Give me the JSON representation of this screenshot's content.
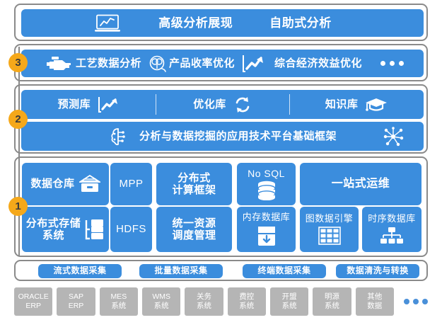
{
  "colors": {
    "blue": "#3b8ddd",
    "grey": "#b5b5b5",
    "badge": "#f5a81a",
    "border": "#8a8a8a",
    "white": "#ffffff"
  },
  "top_layer": {
    "items": [
      {
        "label": "高级分析展现",
        "icon": "laptop-chart-icon"
      },
      {
        "label": "自助式分析",
        "icon": ""
      }
    ]
  },
  "layer3": {
    "badge": "3",
    "items": [
      {
        "label": "工艺数据分析",
        "icon": "engine-icon"
      },
      {
        "label": "产品收率优化",
        "icon": "target-icon"
      },
      {
        "label": "综合经济效益优化",
        "icon": "trend-arrow-icon"
      }
    ],
    "more": "•••"
  },
  "layer2": {
    "badge": "2",
    "libraries": [
      {
        "label": "预测库",
        "icon": "line-chart-icon"
      },
      {
        "label": "优化库",
        "icon": "refresh-cycle-icon"
      },
      {
        "label": "知识库",
        "icon": "graduation-cap-icon"
      }
    ],
    "platform": {
      "label": "分析与数据挖掘的应用技术平台基础框架",
      "left_icon": "brain-circuit-icon",
      "right_icon": "network-nodes-icon"
    }
  },
  "layer1": {
    "badge": "1",
    "blocks": [
      {
        "label": "数据仓库",
        "icon": "warehouse-drawer-icon"
      },
      {
        "label": "MPP",
        "icon": ""
      },
      {
        "label": "分布式\n计算框架",
        "icon": ""
      },
      {
        "label": "No SQL",
        "icon": "database-cylinder-icon"
      },
      {
        "label": "一站式运维",
        "icon": ""
      },
      {
        "label": "分布式存储\n系统",
        "icon": "storage-tree-icon"
      },
      {
        "label": "HDFS",
        "icon": ""
      },
      {
        "label": "统一资源\n调度管理",
        "icon": ""
      },
      {
        "label": "内存数据库",
        "icon": "memory-download-icon"
      },
      {
        "label": "图数据引擎",
        "icon": "grid-table-icon"
      },
      {
        "label": "时序数据库",
        "icon": "hierarchy-icon"
      }
    ],
    "labels": {
      "data_warehouse": "数据仓库",
      "mpp": "MPP",
      "distributed_compute": "分布式\n计算框架",
      "nosql": "No SQL",
      "ops": "一站式运维",
      "distributed_storage": "分布式存储\n系统",
      "hdfs": "HDFS",
      "unified_resource": "统一资源\n调度管理",
      "memory_db": "内存数据库",
      "graph_engine": "图数据引擎",
      "tsdb": "时序数据库"
    }
  },
  "collection": {
    "items": [
      {
        "label": "流式数据采集"
      },
      {
        "label": "批量数据采集"
      },
      {
        "label": "终端数据采集"
      },
      {
        "label": "数据清洗与转换"
      }
    ]
  },
  "sources": {
    "items": [
      {
        "line1": "ORACLE",
        "line2": "ERP"
      },
      {
        "line1": "SAP",
        "line2": "ERP"
      },
      {
        "line1": "MES",
        "line2": "系统"
      },
      {
        "line1": "WMS",
        "line2": "系统"
      },
      {
        "line1": "关务",
        "line2": "系统"
      },
      {
        "line1": "费控",
        "line2": "系统"
      },
      {
        "line1": "开盟",
        "line2": "系统"
      },
      {
        "line1": "明源",
        "line2": "系统"
      },
      {
        "line1": "其他",
        "line2": "数据"
      }
    ],
    "more": "•••"
  }
}
